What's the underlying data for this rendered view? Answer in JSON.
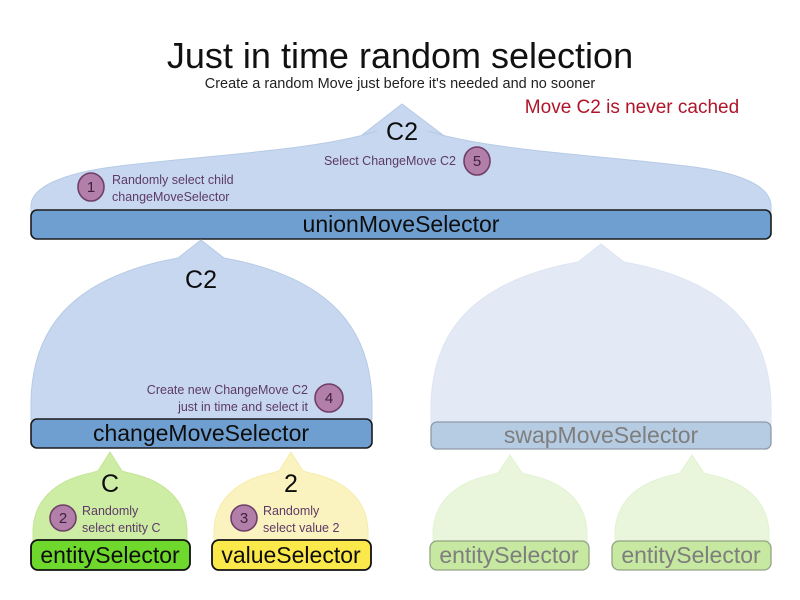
{
  "header": {
    "title": "Just in time random selection",
    "subtitle": "Create a random Move just before it's needed and no sooner",
    "note": "Move C2 is never cached",
    "note_color": "#b0142a"
  },
  "colors": {
    "funnel_blue": "#c6d7ef",
    "funnel_blue_faded": "#e3eaf5",
    "funnel_green": "#cdeda5",
    "funnel_green_faded": "#e9f6dc",
    "funnel_yellow": "#fbf3bf",
    "bar_blue": "#6f9fd0",
    "bar_blue_faded": "#b6cce3",
    "bar_green": "#6ed82c",
    "bar_green_faded": "#c6e8a0",
    "bar_yellow": "#fbe84a",
    "badge_fill": "#b27fab",
    "badge_stroke": "#6f3f66",
    "annotation_text": "#5d3a66"
  },
  "nodes": {
    "union_move_selector": {
      "label": "unionMoveSelector",
      "state": "active"
    },
    "change_move_selector": {
      "label": "changeMoveSelector",
      "state": "active"
    },
    "swap_move_selector": {
      "label": "swapMoveSelector",
      "state": "faded"
    },
    "entity_selector_change": {
      "label": "entitySelector",
      "state": "active"
    },
    "value_selector_change": {
      "label": "valueSelector",
      "state": "active"
    },
    "entity_selector_swap_left": {
      "label": "entitySelector",
      "state": "faded"
    },
    "entity_selector_swap_right": {
      "label": "entitySelector",
      "state": "faded"
    }
  },
  "flow_labels": {
    "top_output": "C2",
    "change_output": "C2",
    "entity_output": "C",
    "value_output": "2"
  },
  "annotations": [
    {
      "step": "1",
      "lines": [
        "Randomly select child",
        "changeMoveSelector"
      ]
    },
    {
      "step": "5",
      "lines": [
        "Select ChangeMove C2"
      ]
    },
    {
      "step": "4",
      "lines": [
        "Create new ChangeMove C2",
        "just in time and select it"
      ]
    },
    {
      "step": "2",
      "lines": [
        "Randomly",
        "select entity C"
      ]
    },
    {
      "step": "3",
      "lines": [
        "Randomly",
        "select value 2"
      ]
    }
  ]
}
